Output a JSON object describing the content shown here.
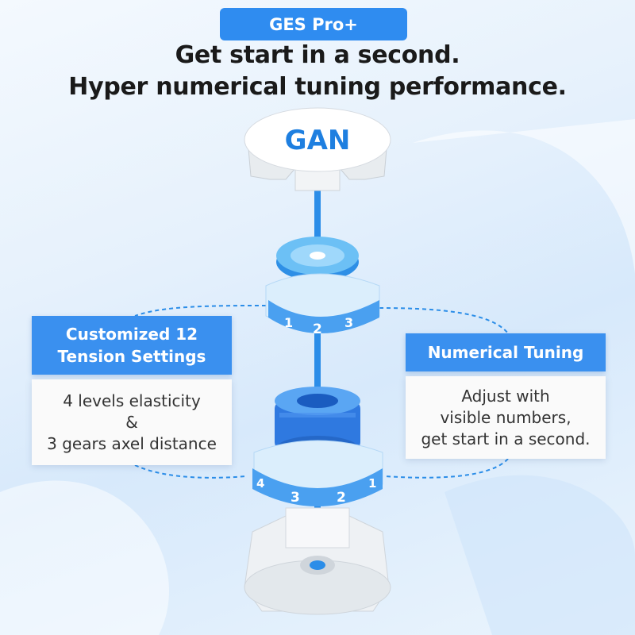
{
  "header": {
    "badge": "GES Pro+",
    "line1": "Get start in a second.",
    "line2": "Hyper numerical tuning performance."
  },
  "left_card": {
    "title_line1": "Customized 12",
    "title_line2": "Tension Settings",
    "body_line1": "4 levels elasticity",
    "body_line2": "&",
    "body_line3": "3 gears axel distance"
  },
  "right_card": {
    "title": "Numerical Tuning",
    "body_line1": "Adjust with",
    "body_line2": "visible numbers,",
    "body_line3": "get start in a second."
  },
  "upper_ring": {
    "numbers": [
      "1",
      "2",
      "3"
    ]
  },
  "lower_ring": {
    "numbers": [
      "4",
      "3",
      "2",
      "1"
    ]
  },
  "cap_logo": "GAN",
  "colors": {
    "accent": "#3a90ef",
    "badge": "#2f8cf0",
    "axis": "#2b8de8",
    "ring": "#4aa0f0",
    "nut": "#2f79e0"
  }
}
